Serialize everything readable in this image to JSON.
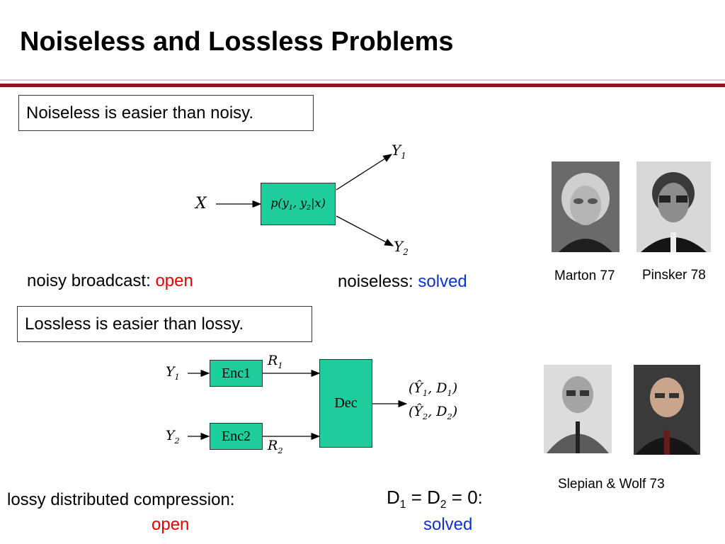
{
  "title": "Noiseless and Lossless Problems",
  "box1": "Noiseless is easier than noisy.",
  "box2": "Lossless is easier than lossy.",
  "broadcast": {
    "input": "X",
    "channel": "p(y",
    "channel_1": "1",
    "channel_2": ", y",
    "channel_3": "2",
    "channel_4": "|x)",
    "out1": "Y",
    "out1_sub": "1",
    "out2": "Y",
    "out2_sub": "2"
  },
  "noisy_label": "noisy broadcast: ",
  "noisy_status": "open",
  "noiseless_label": "noiseless: ",
  "noiseless_status": "solved",
  "people_top": [
    {
      "caption": "Marton 77",
      "icon": "portrait-woman-icon"
    },
    {
      "caption": "Pinsker 78",
      "icon": "portrait-man-icon"
    }
  ],
  "distributed": {
    "y1": "Y",
    "y1_sub": "1",
    "y2": "Y",
    "y2_sub": "2",
    "enc1": "Enc1",
    "enc2": "Enc2",
    "r1": "R",
    "r1_sub": "1",
    "r2": "R",
    "r2_sub": "2",
    "dec": "Dec",
    "out1": "(Ŷ",
    "out1_a": "1",
    "out1_b": ", D",
    "out1_c": "1",
    "out1_d": ")",
    "out2": "(Ŷ",
    "out2_a": "2",
    "out2_b": ", D",
    "out2_c": "2",
    "out2_d": ")"
  },
  "people_bottom": {
    "caption": "Slepian & Wolf 73"
  },
  "lossy_label": "lossy distributed compression:",
  "lossy_status": "open",
  "lossless_cond": {
    "d1": "D",
    "d1_sub": "1",
    "eq1": " = D",
    "d2_sub": "2",
    "eq2": " = 0",
    "colon": ":"
  },
  "lossless_status": "solved",
  "colors": {
    "red_rule": "#8b1a1a",
    "green": "#1fcc9c",
    "open": "#e00000",
    "solved": "#1030d0"
  }
}
